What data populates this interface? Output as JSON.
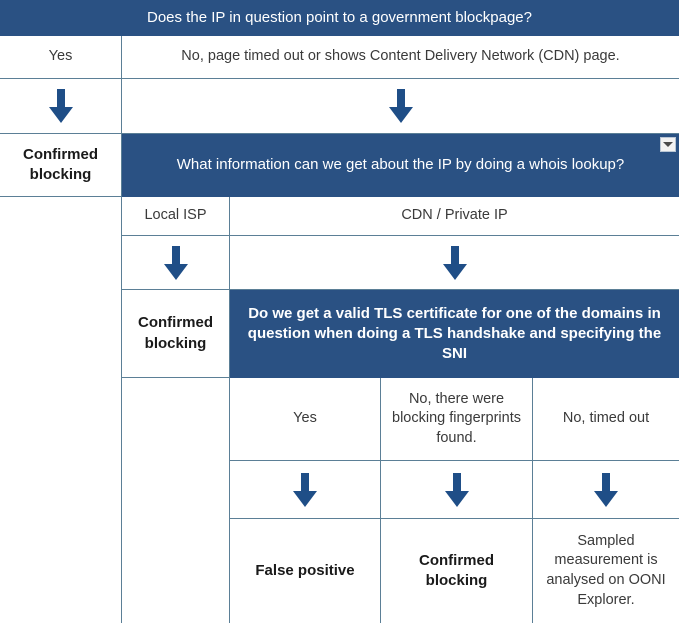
{
  "chart_data": {
    "type": "table",
    "title": "Does the IP in question point to a government blockpage?",
    "description": "OONI IP-blocking decision tree / flowchart rendered as a nested table."
  },
  "colors": {
    "banner_blue": "#2a5183",
    "arrow_blue": "#1f4e87",
    "grid_line": "#5b7f96",
    "text_dark": "#3a3a3a",
    "outcome_text": "#1a1a1a",
    "page_background": "#ffffff"
  },
  "level1": {
    "question": "Does the IP in question point to a government blockpage?",
    "answer_yes": "Yes",
    "answer_no": "No, page timed out or shows Content Delivery Network (CDN) page.",
    "arrow_yes_icon": "down-arrow-icon",
    "arrow_no_icon": "down-arrow-icon",
    "outcome_yes": "Confirmed blocking"
  },
  "level2": {
    "question": "What information can we get about the IP by doing a whois lookup?",
    "dropdown_icon": "chevron-down-icon",
    "answer_local_isp": "Local ISP",
    "answer_cdn": "CDN / Private IP",
    "arrow_local_isp_icon": "down-arrow-icon",
    "arrow_cdn_icon": "down-arrow-icon",
    "outcome_local_isp": "Confirmed blocking"
  },
  "level3": {
    "question": "Do we get a valid TLS certificate for one of the domains in question when doing a TLS handshake and specifying the SNI",
    "answers": [
      "Yes",
      "No, there were blocking fingerprints found.",
      "No, timed out"
    ],
    "arrows": [
      "down-arrow-icon",
      "down-arrow-icon",
      "down-arrow-icon"
    ],
    "outcomes": [
      "False positive",
      "Confirmed blocking",
      "Sampled measurement is analysed on OONI Explorer."
    ]
  }
}
